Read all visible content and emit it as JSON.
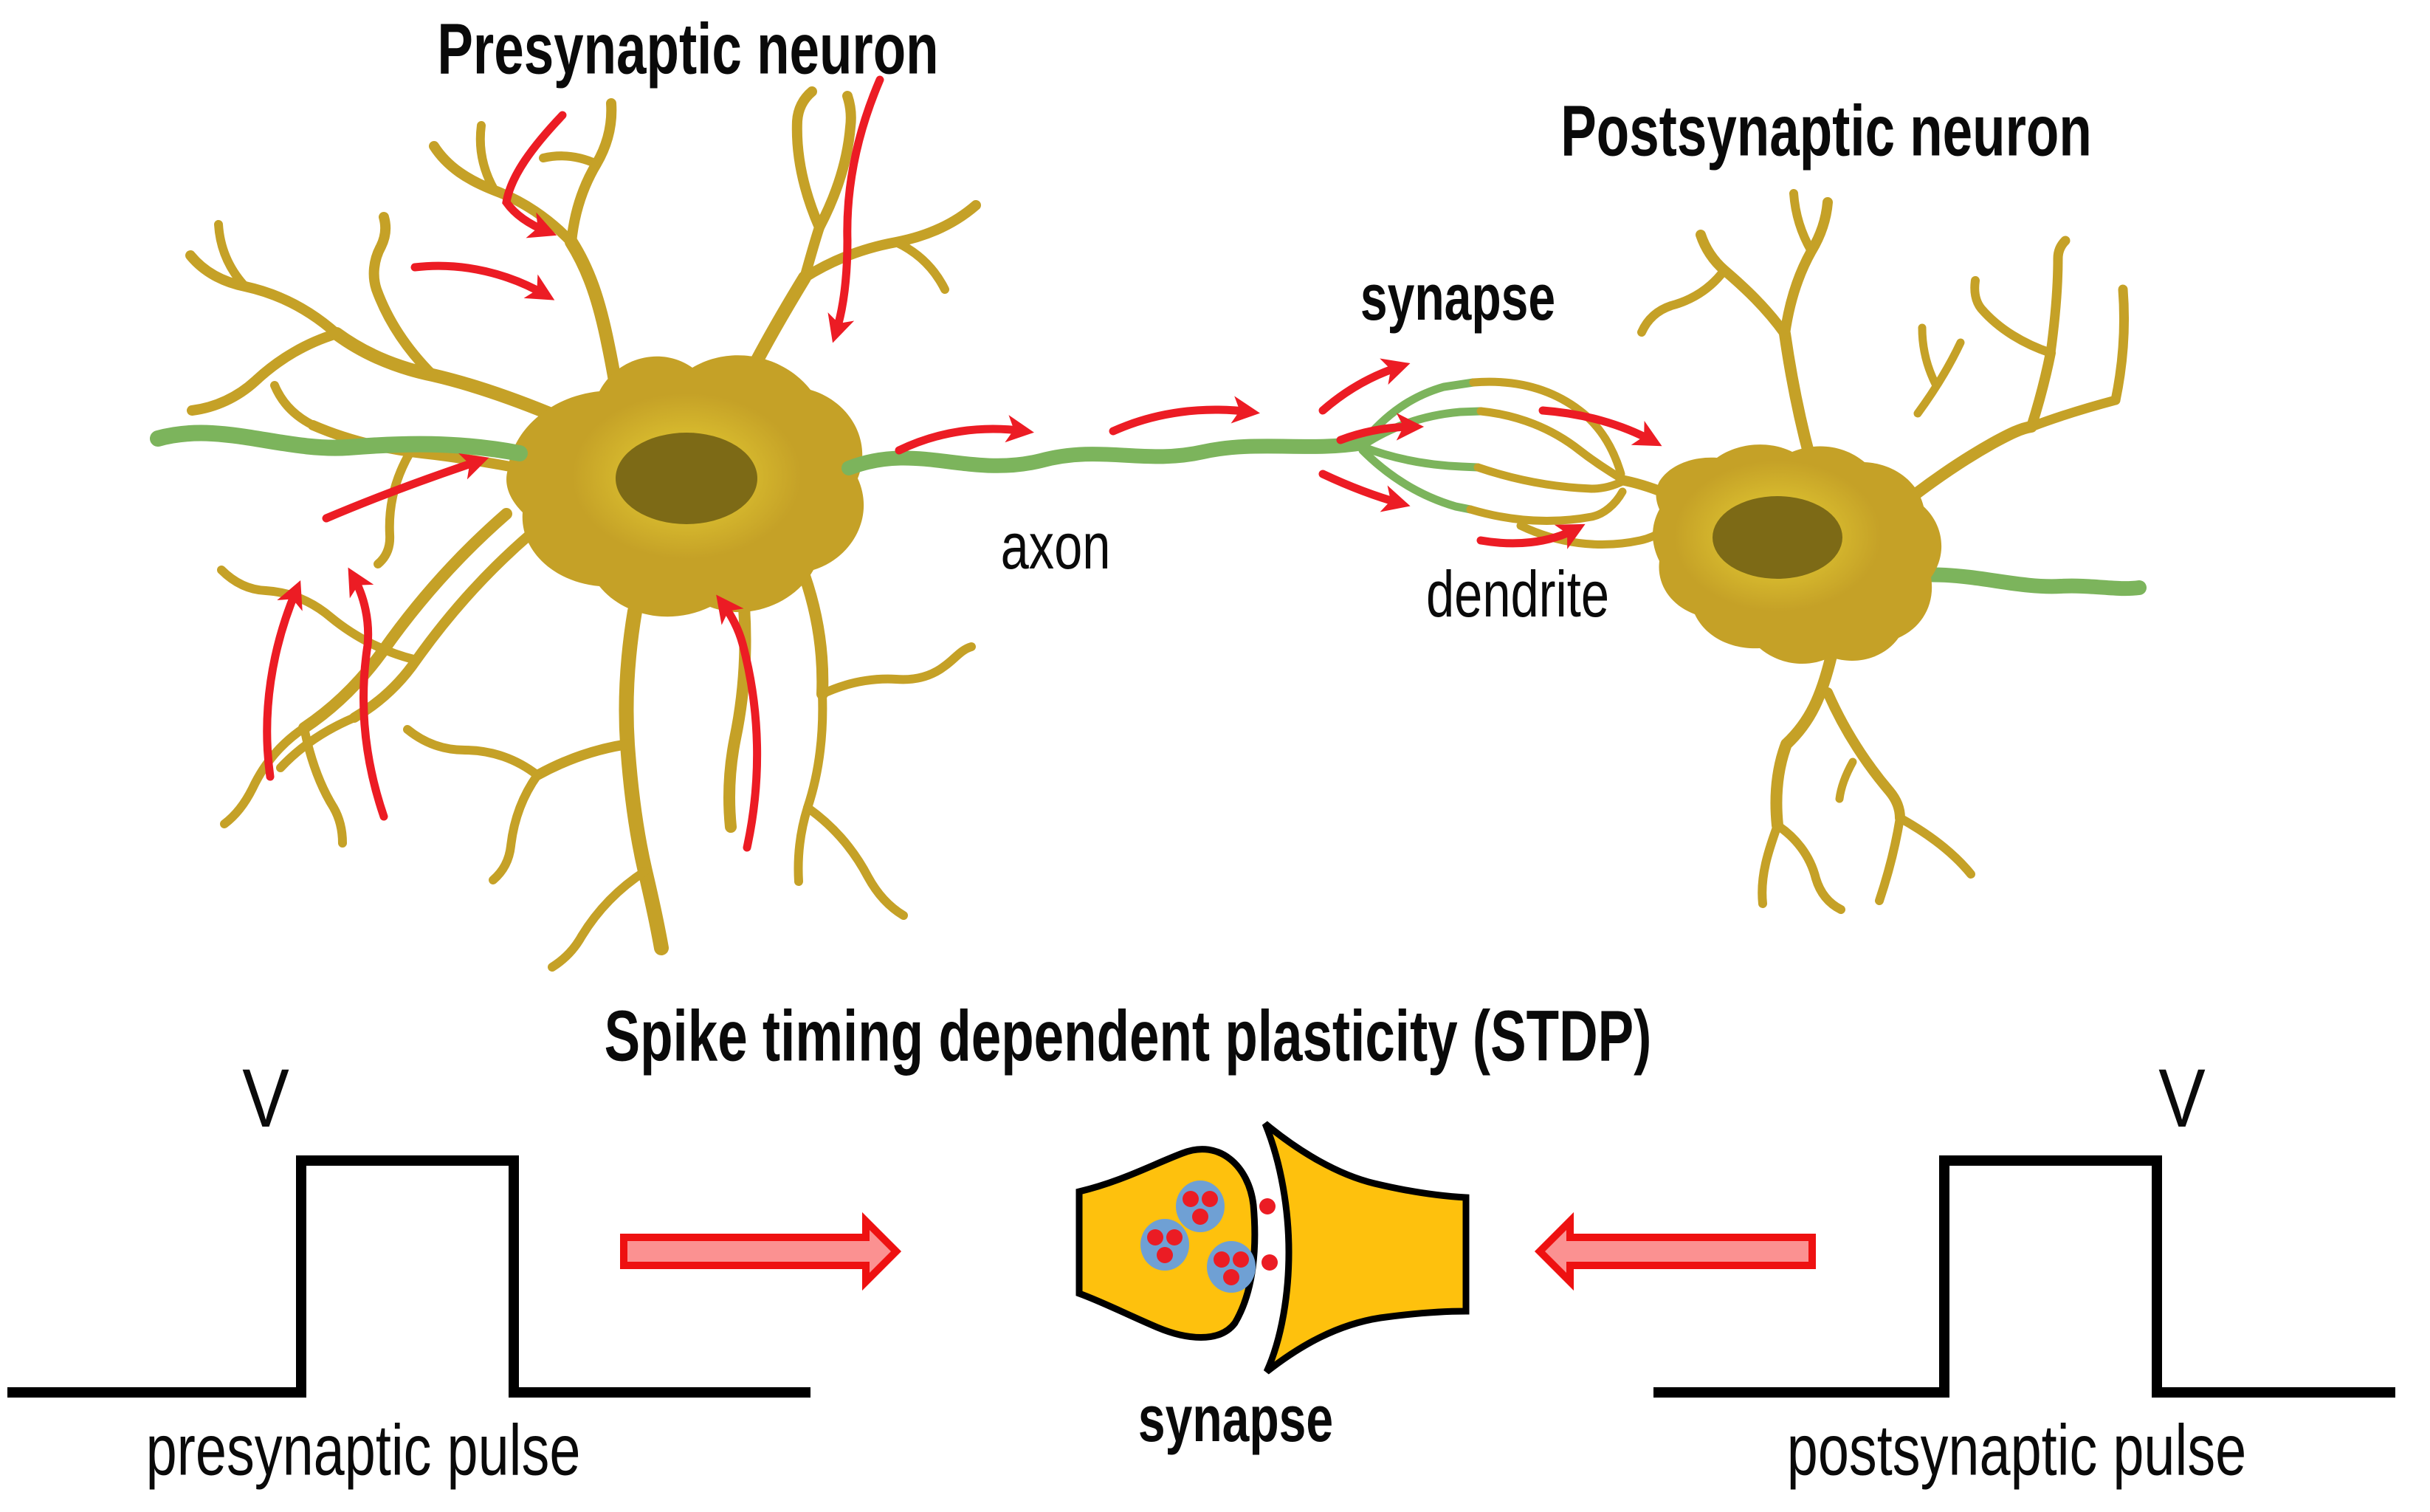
{
  "neuron_diagram": {
    "presynaptic_title": "Presynaptic neuron",
    "postsynaptic_title": "Postsynaptic neuron",
    "synapse_label": "synapse",
    "axon_label": "axon",
    "dendrite_label": "dendrite"
  },
  "stdp_panel": {
    "title": "Spike timing dependent plasticity (STDP)",
    "voltage_axis_label": "V",
    "presynaptic_pulse_caption": "presynaptic pulse",
    "postsynaptic_pulse_caption": "postsynaptic pulse",
    "synapse_caption": "synapse"
  },
  "colors": {
    "background": "#FFFFFF",
    "text": "#0A0A0A",
    "neuron_body_gold": "#C5A127",
    "nucleus_brown": "#7D6A16",
    "nucleus_glow_yellow": "#E4CA33",
    "axon_green": "#7CB45C",
    "signal_arrow_red": "#EC1C24",
    "terminal_yellow": "#FEC10D",
    "vesicle_blue": "#6FA0D4",
    "neurotransmitter_red": "#EB1C24",
    "block_arrow_fill_pink": "#FB9191",
    "block_arrow_stroke_red": "#EE1111",
    "pulse_line_black": "#000000"
  }
}
